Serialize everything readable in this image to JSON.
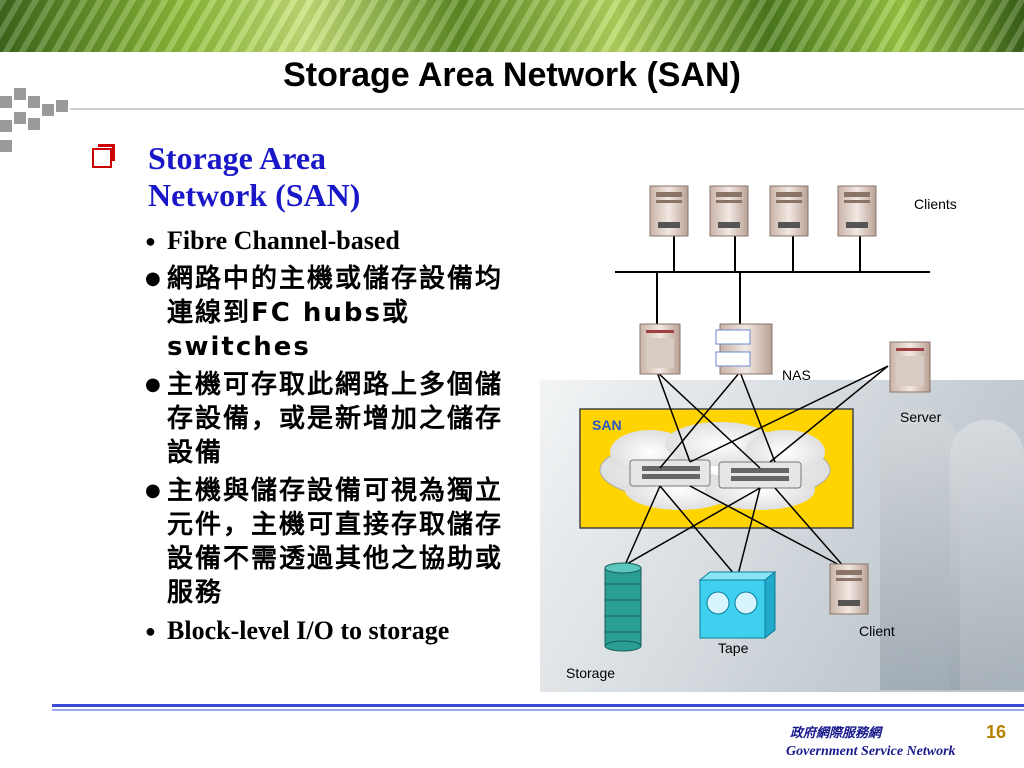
{
  "title": "Storage Area Network (SAN)",
  "heading": "Storage Area Network (SAN)",
  "bullets": [
    "Fibre Channel-based",
    "網路中的主機或儲存設備均連線到FC hubs或switches",
    "主機可存取此網路上多個儲存設備，或是新增加之儲存設備",
    "主機與儲存設備可視為獨立元件，主機可直接存取儲存設備不需透過其他之協助或服務",
    "Block-level I/O to storage"
  ],
  "diagram": {
    "clients_label": "Clients",
    "nas_label": "NAS",
    "server_label": "Server",
    "san_label": "SAN",
    "storage_label": "Storage",
    "tape_label": "Tape",
    "client_label": "Client"
  },
  "footer": {
    "org_cn": "政府網際服務網",
    "org_en": "Government Service Network",
    "page_number": "16"
  },
  "colors": {
    "heading": "#1a17c8",
    "san_box": "#ffd400",
    "tape": "#3fd0f0",
    "storage": "#2b9e94"
  }
}
